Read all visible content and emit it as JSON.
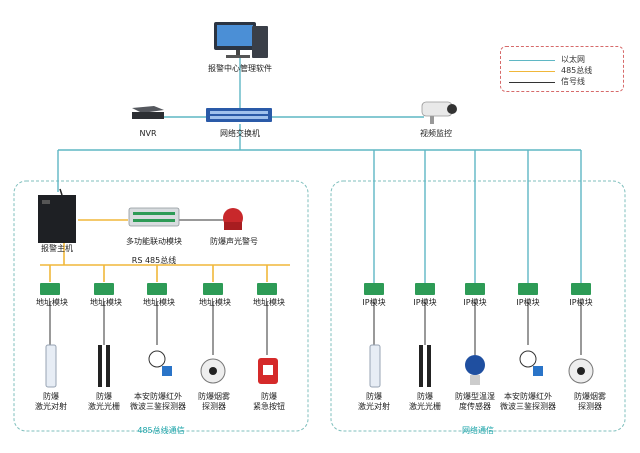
{
  "colors": {
    "ethernet": "#5fb7c4",
    "rs485": "#f0b73a",
    "signal": "#333333",
    "panel_border": "#7fbfbd",
    "legend_border": "#d66a6a"
  },
  "legend": {
    "ethernet": "以太网",
    "rs485": "485总线",
    "signal": "信号线"
  },
  "top": {
    "software": "报警中心管理软件",
    "nvr": "NVR",
    "switch": "网络交换机",
    "camera": "视频监控"
  },
  "rs485_group": {
    "host": "报警主机",
    "linkage": "多功能联动模块",
    "alarm": "防爆声光警号",
    "bus": "RS 485总线",
    "modules": [
      "地址模块",
      "地址模块",
      "地址模块",
      "地址模块",
      "地址模块"
    ],
    "devices": [
      {
        "line1": "防爆",
        "line2": "激光对射",
        "icon": "laser-beam-icon"
      },
      {
        "line1": "防爆",
        "line2": "激光光栅",
        "icon": "laser-grating-icon"
      },
      {
        "line1": "本安防爆红外",
        "line2": "微波三鉴探测器",
        "icon": "triple-detector-icon"
      },
      {
        "line1": "防爆烟雾",
        "line2": "探测器",
        "icon": "smoke-detector-icon"
      },
      {
        "line1": "防爆",
        "line2": "紧急按钮",
        "icon": "emergency-button-icon"
      }
    ],
    "caption": "485总线通信"
  },
  "network_group": {
    "modules": [
      "IP模块",
      "IP模块",
      "IP模块",
      "IP模块",
      "IP模块"
    ],
    "devices": [
      {
        "line1": "防爆",
        "line2": "激光对射",
        "icon": "laser-beam-icon"
      },
      {
        "line1": "防爆",
        "line2": "激光光栅",
        "icon": "laser-grating-icon"
      },
      {
        "line1": "防爆型温湿",
        "line2": "度传感器",
        "icon": "temp-humidity-sensor-icon"
      },
      {
        "line1": "本安防爆红外",
        "line2": "微波三鉴探测器",
        "icon": "triple-detector-icon"
      },
      {
        "line1": "防爆烟雾",
        "line2": "探测器",
        "icon": "smoke-detector-icon"
      }
    ],
    "caption": "网络通信"
  }
}
